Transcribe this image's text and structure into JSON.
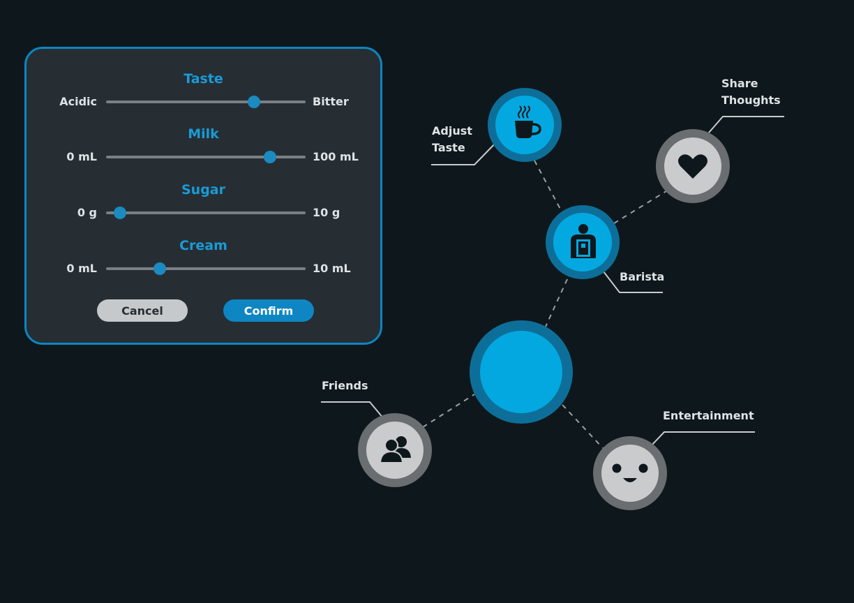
{
  "preferences": {
    "sliders": [
      {
        "id": "taste",
        "title": "Taste",
        "min_label": "Acidic",
        "max_label": "Bitter",
        "value_fraction": 0.74
      },
      {
        "id": "milk",
        "title": "Milk",
        "min_label": "0 mL",
        "max_label": "100 mL",
        "value_fraction": 0.82
      },
      {
        "id": "sugar",
        "title": "Sugar",
        "min_label": "0 g",
        "max_label": "10 g",
        "value_fraction": 0.07
      },
      {
        "id": "cream",
        "title": "Cream",
        "min_label": "0 mL",
        "max_label": "10 mL",
        "value_fraction": 0.27
      }
    ],
    "cancel_label": "Cancel",
    "confirm_label": "Confirm"
  },
  "nodes": {
    "adjust_taste": {
      "label_line1": "Adjust",
      "label_line2": "Taste",
      "icon": "coffee-cup-icon"
    },
    "share_thoughts": {
      "label_line1": "Share",
      "label_line2": "Thoughts",
      "icon": "heart-icon"
    },
    "barista": {
      "label": "Barista",
      "icon": "barista-icon"
    },
    "friends": {
      "label": "Friends",
      "icon": "people-icon"
    },
    "entertainment": {
      "label": "Entertainment",
      "icon": "smiley-icon"
    }
  },
  "colors": {
    "background": "#0e181c",
    "accent": "#04a8e0",
    "accent_dark": "#0d6f99",
    "inactive_fill": "#c9cbcc",
    "inactive_ring": "#6a6e71"
  }
}
